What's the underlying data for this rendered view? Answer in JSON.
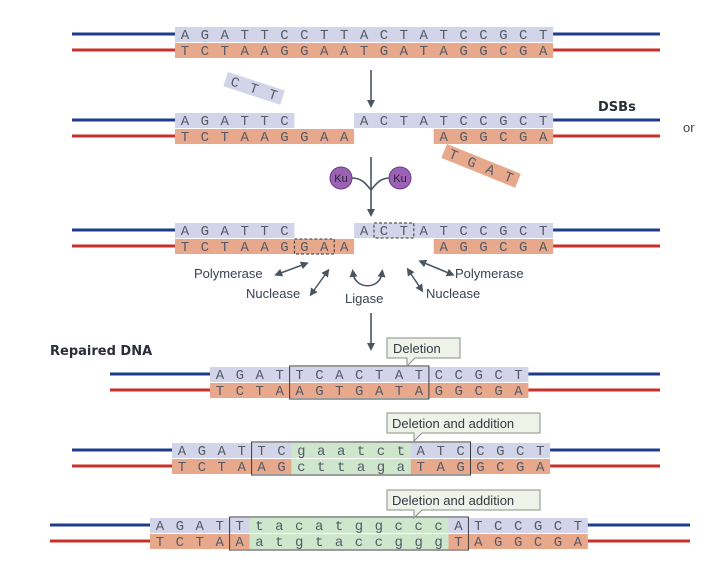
{
  "colors": {
    "top_strand_line": "#1f3c8c",
    "bottom_strand_line": "#c8302c",
    "top_strand_fill": "#d2d5ea",
    "bottom_strand_fill": "#e8a88c",
    "insert_fill": "#cde6cc",
    "ku_fill": "#9b62b4",
    "arrow": "#4a5560",
    "callout_fill": "#eef2e8"
  },
  "labels": {
    "dsbs": "DSBs",
    "or": "or",
    "repaired_dna": "Repaired DNA",
    "polymerase_left": "Polymerase",
    "polymerase_right": "Polymerase",
    "nuclease_left": "Nuclease",
    "nuclease_right": "Nuclease",
    "ligase": "Ligase",
    "ku_left": "Ku",
    "ku_right": "Ku"
  },
  "callouts": {
    "deletion": "Deletion",
    "deletion_addition_1": "Deletion and addition",
    "deletion_addition_2": "Deletion and addition"
  },
  "steps": {
    "intact": {
      "top": "AGATTCCTTACTATCCGCT",
      "bottom": "TCTAAGGAATGATAGGCGA"
    },
    "break": {
      "top_left": "AGATTC",
      "top_right": "ACTATCCGCT",
      "bottom_left": "TCTAAGGAA",
      "bottom_right": "AGGCGA",
      "fragment_top": "CTT",
      "fragment_bottom": "TGAT"
    },
    "processing": {
      "top_left": "AGATTC",
      "top_right": "ACTATCCGCT",
      "bottom_left": "TCTAAGGAA",
      "bottom_right": "AGGCGA"
    },
    "repaired": [
      {
        "top": "AGATTCACTATCCGCT",
        "bottom": "TCTAAGTGATAGGCGA",
        "callout_key": "deletion"
      },
      {
        "top": "AGATTCgaatctATCCGCT",
        "bottom": "TCTAAGcttagaTAGGCGA",
        "callout_key": "deletion_addition_1"
      },
      {
        "top": "AGATTtacatggcccATCCGCT",
        "bottom": "TCTAAatgtaccgggTAGGCGA",
        "callout_key": "deletion_addition_2"
      }
    ]
  }
}
